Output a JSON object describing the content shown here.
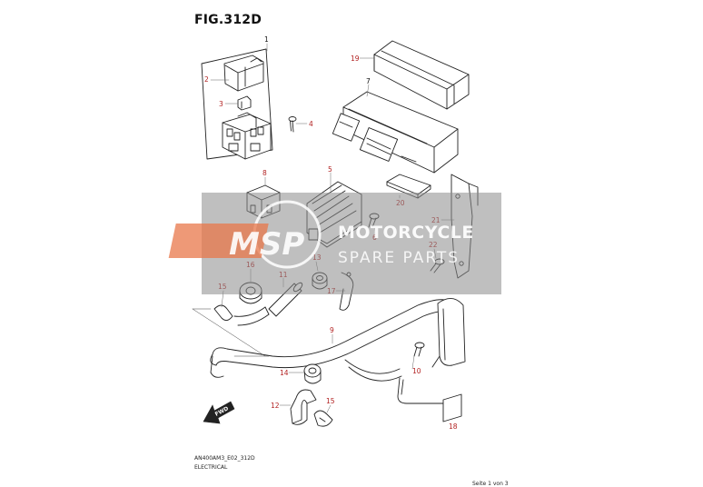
{
  "figure": {
    "title": "FIG.312D",
    "code": "AN400AM3_E02_312D",
    "section": "ELECTRICAL",
    "page": "Seite 1 von 3"
  },
  "watermark": {
    "logo": "MSP",
    "line1": "MOTORCYCLE",
    "line2": "SPARE PARTS"
  },
  "fwd_label": "FWD",
  "callouts": [
    {
      "id": "1",
      "color": "#111111"
    },
    {
      "id": "2",
      "color": "#b22222"
    },
    {
      "id": "3",
      "color": "#b22222"
    },
    {
      "id": "4",
      "color": "#b22222"
    },
    {
      "id": "19",
      "color": "#b22222"
    },
    {
      "id": "7",
      "color": "#111111"
    },
    {
      "id": "8",
      "color": "#b22222"
    },
    {
      "id": "5",
      "color": "#b22222"
    },
    {
      "id": "6",
      "color": "#b22222"
    },
    {
      "id": "20",
      "color": "#b22222"
    },
    {
      "id": "21",
      "color": "#b22222"
    },
    {
      "id": "22",
      "color": "#b22222"
    },
    {
      "id": "16",
      "color": "#b22222"
    },
    {
      "id": "11",
      "color": "#b22222"
    },
    {
      "id": "13",
      "color": "#b22222"
    },
    {
      "id": "15",
      "color": "#b22222"
    },
    {
      "id": "17",
      "color": "#b22222"
    },
    {
      "id": "9",
      "color": "#b22222"
    },
    {
      "id": "14",
      "color": "#b22222"
    },
    {
      "id": "10",
      "color": "#b22222"
    },
    {
      "id": "12",
      "color": "#b22222"
    },
    {
      "id": "15",
      "color": "#b22222"
    },
    {
      "id": "18",
      "color": "#b22222"
    }
  ],
  "colors": {
    "line": "#222222",
    "callout_red": "#b22222",
    "watermark_gray": "#8a8a8a",
    "watermark_orange": "#e8774a"
  }
}
